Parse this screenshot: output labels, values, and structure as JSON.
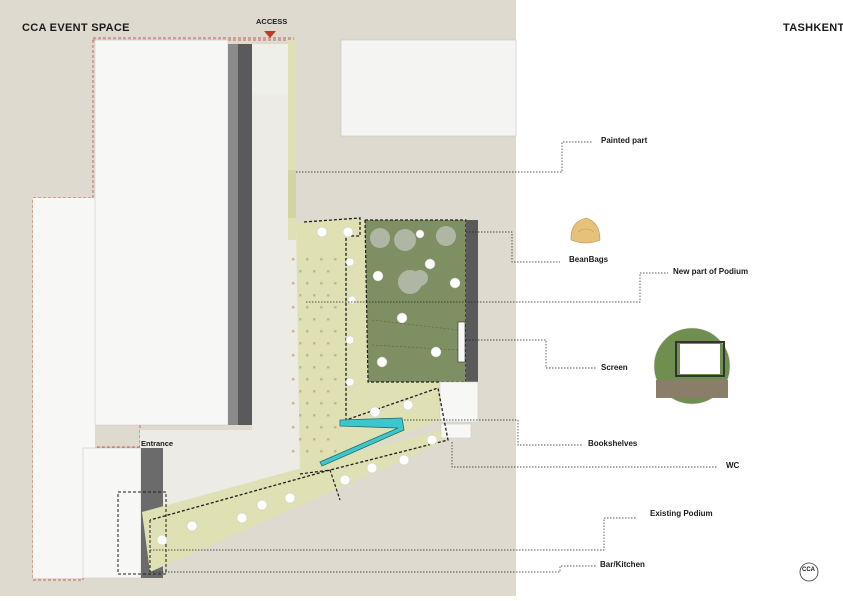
{
  "header": {
    "title": "CCA EVENT SPACE",
    "city": "TASHKENT"
  },
  "plan": {
    "access_label": "ACCESS",
    "entrance_label": "Entrance"
  },
  "legend": {
    "painted_part": "Painted part",
    "beanbags": "BeanBags",
    "new_podium": "New part of Podium",
    "screen": "Screen",
    "bookshelves": "Bookshelves",
    "wc": "WC",
    "existing_podium": "Existing Podium",
    "bar_kitchen": "Bar/Kitchen"
  },
  "logo_text": "CCA",
  "colors": {
    "podium_green": "#7d8f63",
    "painted_yellow": "#dfe0b4",
    "bookshelf_cyan": "#3fc6cc",
    "access_red": "#c0392b",
    "site_grey": "#dedad0"
  }
}
